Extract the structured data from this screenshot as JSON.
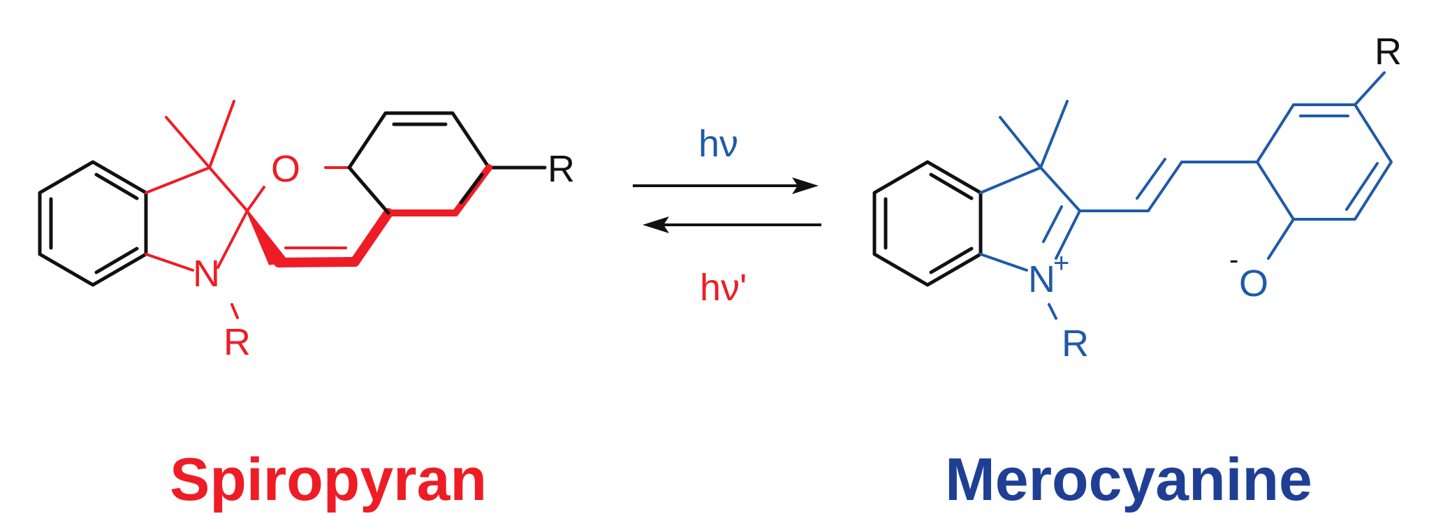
{
  "colors": {
    "spiropyran": "#ee1c25",
    "merocyanine": "#1f5aa8",
    "merocyanine_name": "#1f3f94",
    "black": "#111111"
  },
  "spiropyran": {
    "name": "Spiropyran",
    "atoms": {
      "oxygen": "O",
      "nitrogen": "N",
      "n_substituent": "R",
      "aryl_substituent": "R"
    }
  },
  "merocyanine": {
    "name": "Merocyanine",
    "atoms": {
      "oxygen": "O",
      "oxygen_charge": "-",
      "nitrogen": "N",
      "nitrogen_charge": "+",
      "n_substituent": "R",
      "aryl_substituent": "R"
    }
  },
  "arrows": {
    "forward_label": "hν",
    "reverse_label": "hν'"
  }
}
